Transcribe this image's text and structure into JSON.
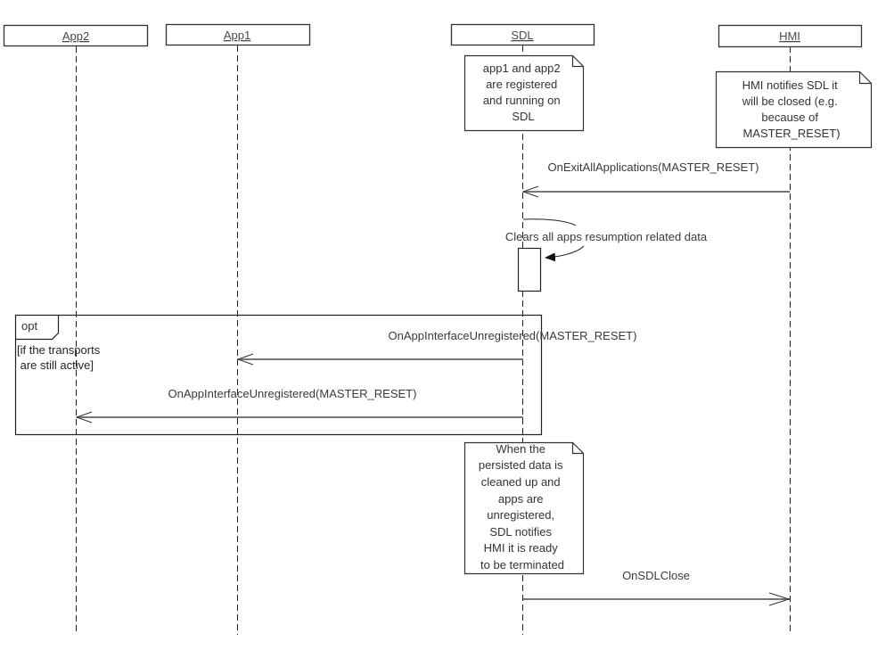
{
  "participants": [
    {
      "id": "app2",
      "label": "App2"
    },
    {
      "id": "app1",
      "label": "App1"
    },
    {
      "id": "sdl",
      "label": "SDL"
    },
    {
      "id": "hmi",
      "label": "HMI"
    }
  ],
  "notes": {
    "sdl_initial": [
      "app1 and app2",
      "are registered",
      "and running on",
      "SDL"
    ],
    "hmi_initial": [
      "HMI notifies SDL it",
      "will be closed (e.g.",
      "because of",
      "MASTER_RESET)"
    ],
    "sdl_final": [
      "When the",
      "persisted data is",
      "cleaned up and",
      "apps are",
      "unregistered,",
      "SDL notifies",
      "HMI it is ready",
      "to be terminated"
    ]
  },
  "messages": {
    "exit_all": {
      "label": "OnExitAllApplications(MASTER_RESET)",
      "from": "HMI",
      "to": "SDL"
    },
    "self_clear": {
      "label": "Clears all apps resumption related data",
      "from": "SDL",
      "to": "SDL"
    },
    "unreg_app1": {
      "label": "OnAppInterfaceUnregistered(MASTER_RESET)",
      "from": "SDL",
      "to": "App1"
    },
    "unreg_app2": {
      "label": "OnAppInterfaceUnregistered(MASTER_RESET)",
      "from": "SDL",
      "to": "App2"
    },
    "sdl_close": {
      "label": "OnSDLClose",
      "from": "SDL",
      "to": "HMI"
    }
  },
  "fragment": {
    "operator": "opt",
    "guard_line1": "[if the transports",
    "guard_line2": " are still active]"
  }
}
